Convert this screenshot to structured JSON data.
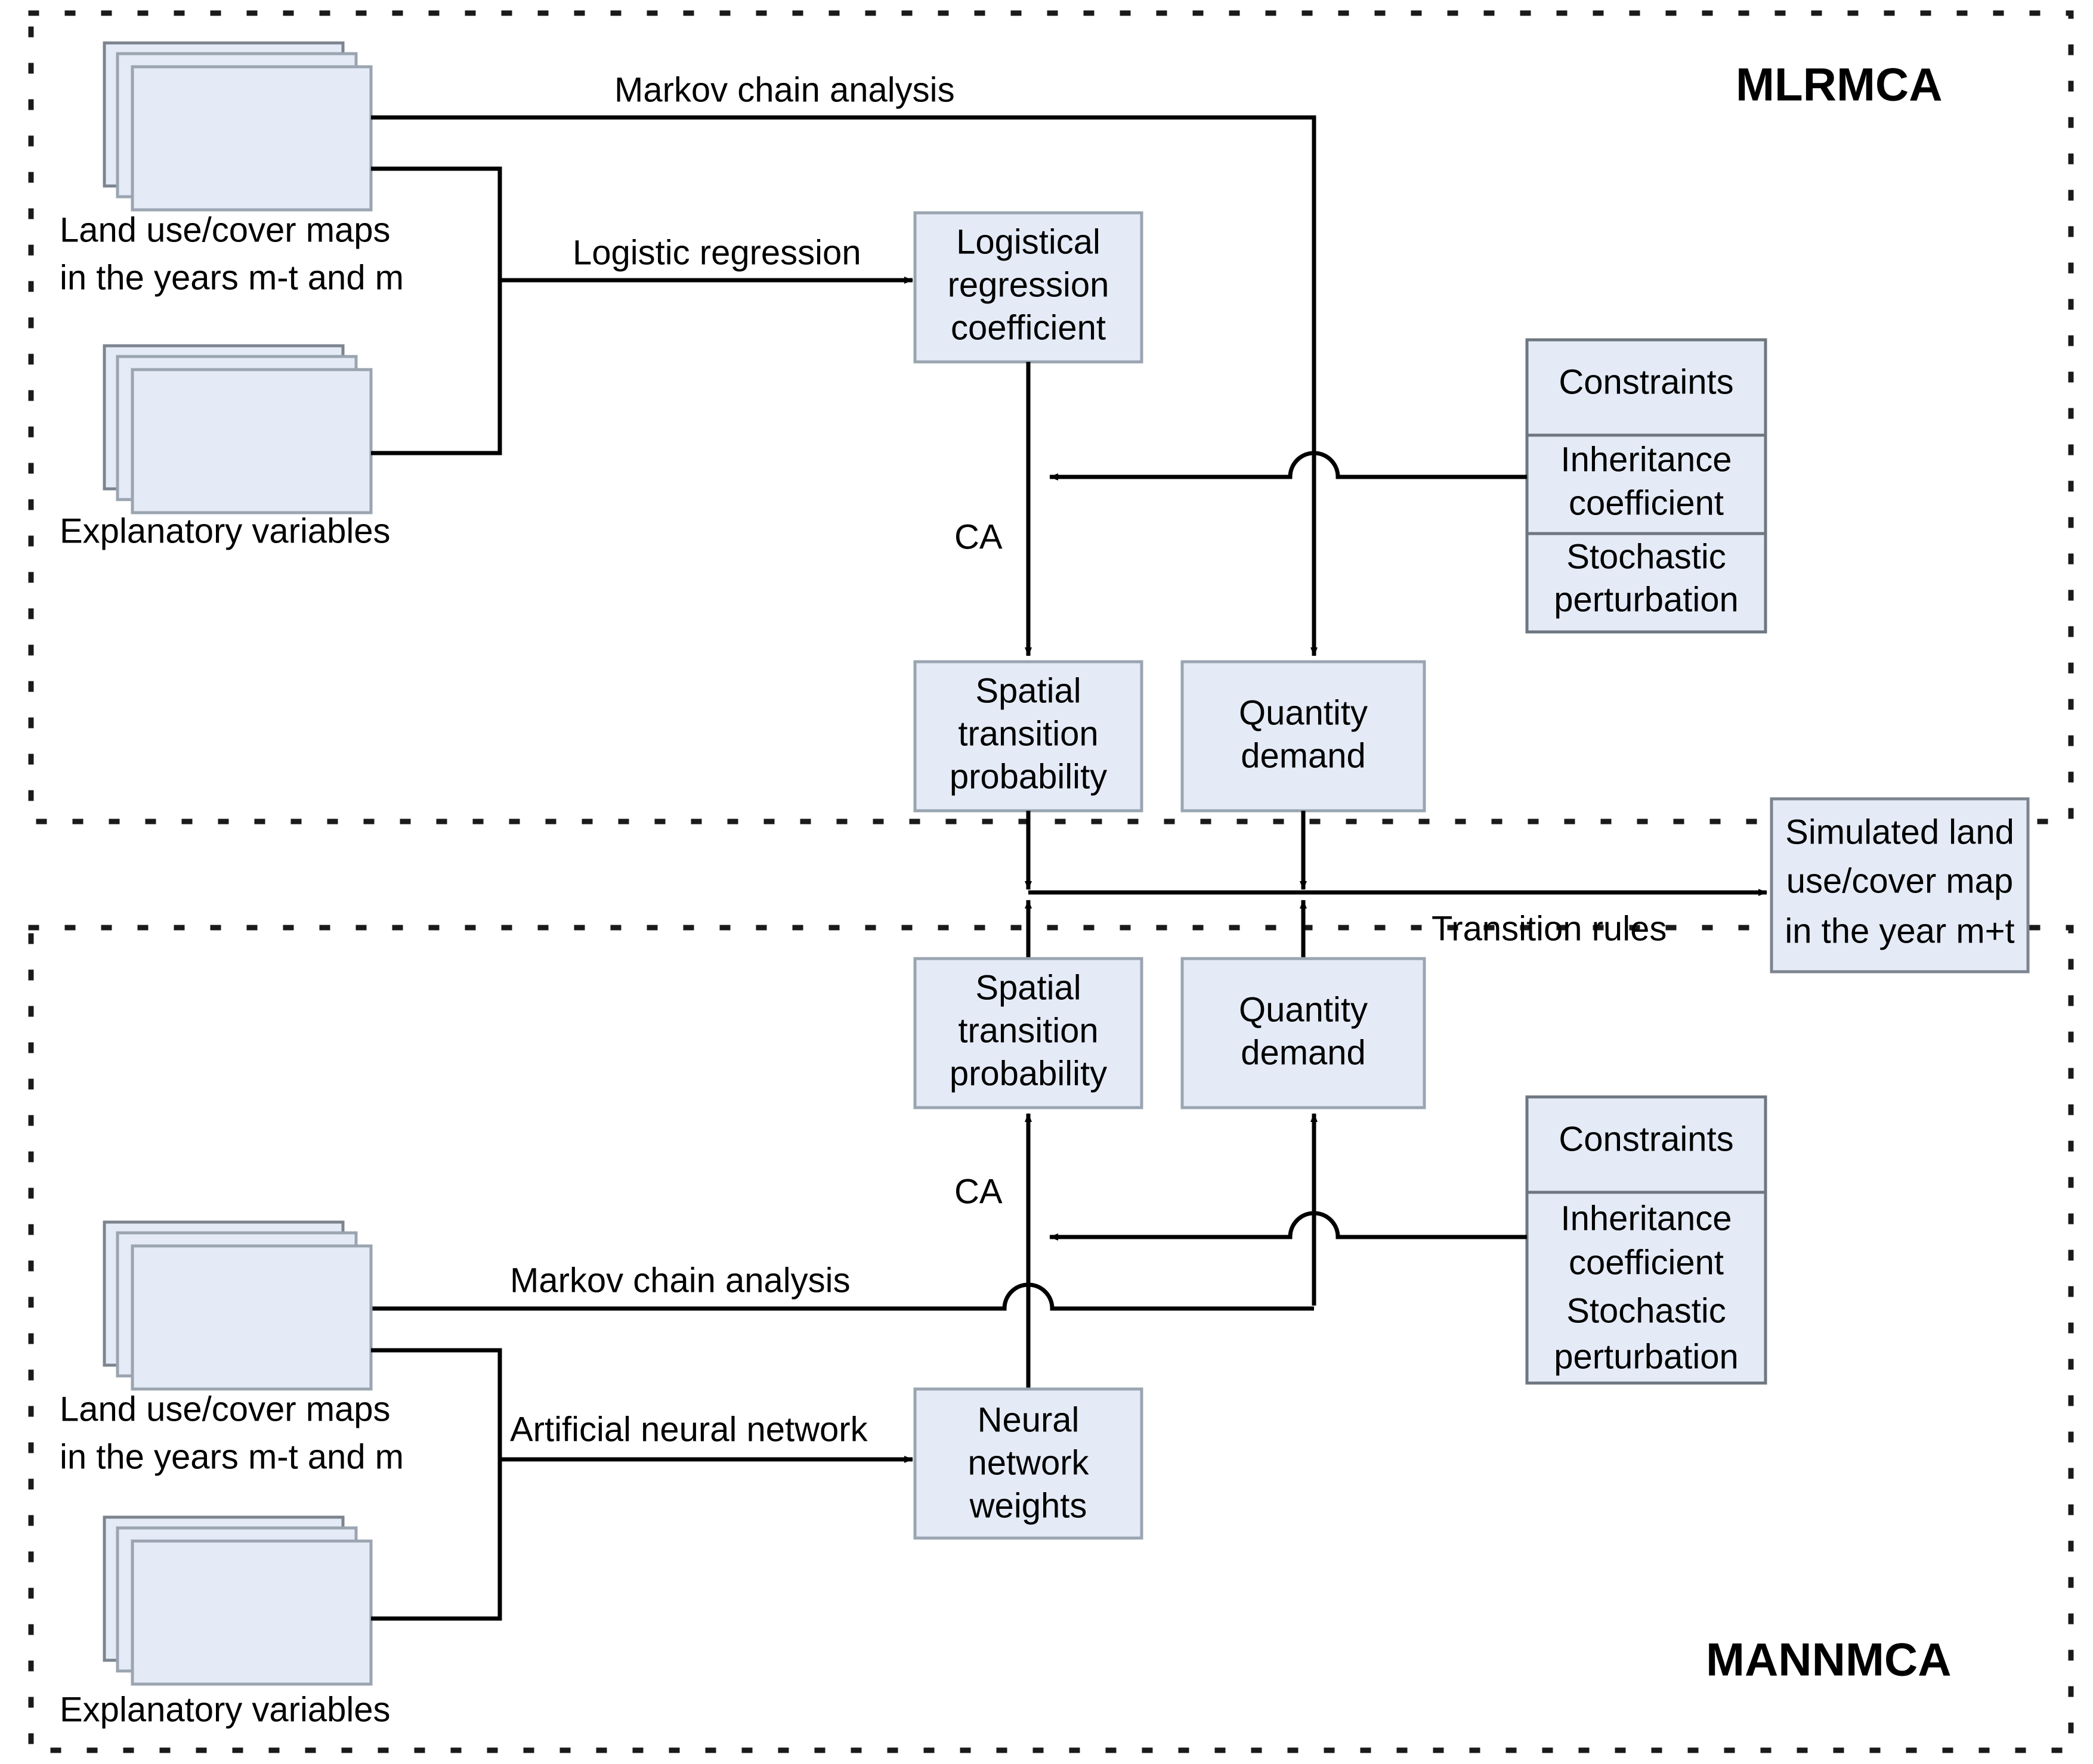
{
  "figure": {
    "title_top": "MLRMCA",
    "title_bottom": "MANNMCA",
    "accent_fill": "#e4ebf6",
    "accent_stroke": "#9aa5b1",
    "line_color": "#000000",
    "border_style": "dotted"
  },
  "top_panel": {
    "label": "MLRMCA",
    "inputs": {
      "maps_caption_line1": "Land use/cover maps",
      "maps_caption_line2": "in the years m-t and m",
      "vars_caption": "Explanatory variables"
    },
    "edge_labels": {
      "markov": "Markov chain analysis",
      "regression": "Logistic regression",
      "ca": "CA"
    },
    "boxes": {
      "coefficient": [
        "Logistical",
        "regression",
        "coefficient"
      ],
      "spatial": [
        "Spatial",
        "transition",
        "probability"
      ],
      "quantity": [
        "Quantity",
        "demand"
      ],
      "constraints": [
        "Constraints",
        "Inheritance",
        "coefficient",
        "Stochastic",
        "perturbation"
      ]
    }
  },
  "middle": {
    "transition_rules": "Transition rules",
    "output_box": [
      "Simulated land",
      "use/cover map",
      "in the year m+t"
    ]
  },
  "bottom_panel": {
    "label": "MANNMCA",
    "inputs": {
      "maps_caption_line1": "Land use/cover maps",
      "maps_caption_line2": "in the years m-t and m",
      "vars_caption": "Explanatory variables"
    },
    "edge_labels": {
      "markov": "Markov chain analysis",
      "ann": "Artificial neural network",
      "ca": "CA"
    },
    "boxes": {
      "weights": [
        "Neural",
        "network",
        "weights"
      ],
      "spatial": [
        "Spatial",
        "transition",
        "probability"
      ],
      "quantity": [
        "Quantity",
        "demand"
      ],
      "constraints": [
        "Constraints",
        "Inheritance",
        "coefficient",
        "Stochastic",
        "perturbation"
      ]
    }
  }
}
